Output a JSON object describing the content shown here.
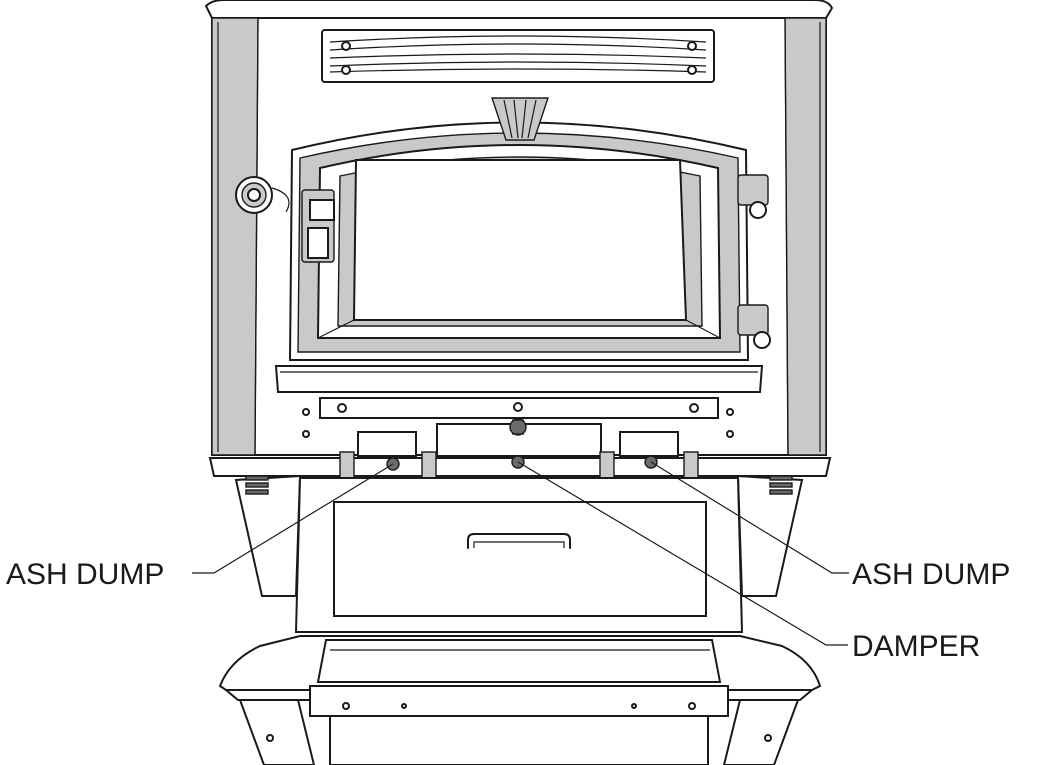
{
  "callouts": [
    {
      "id": "ash-dump-left",
      "text": "ASH DUMP"
    },
    {
      "id": "damper",
      "text": "DAMPER"
    },
    {
      "id": "ash-dump-right",
      "text": "ASH DUMP"
    }
  ]
}
